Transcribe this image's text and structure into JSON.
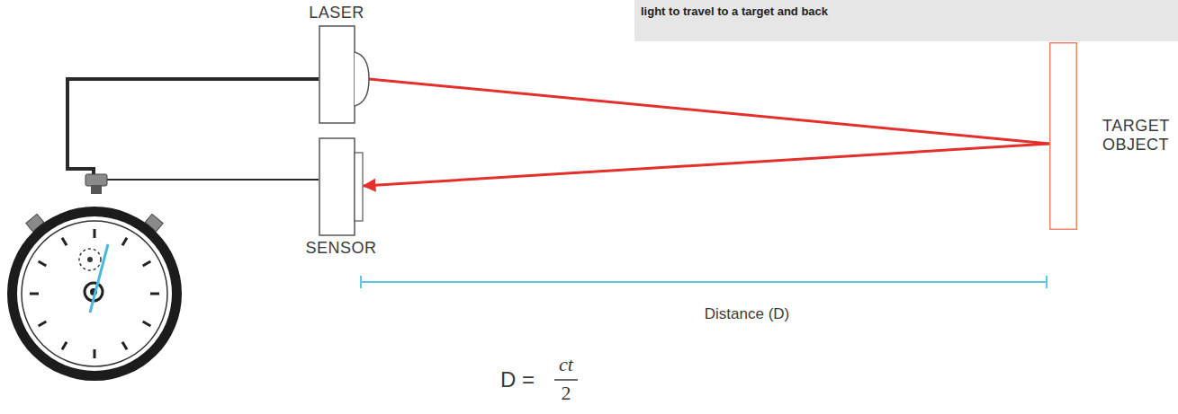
{
  "diagram": {
    "caption": "light to travel to a target and back",
    "nodes": [
      {
        "text": [
          "LASER"
        ]
      },
      {
        "text": [
          "SENSOR"
        ]
      },
      {
        "text": [
          "TARGET OBJECT"
        ]
      }
    ],
    "edges": [
      {
        "from": 0,
        "to": 2,
        "arrow": "none"
      },
      {
        "from": 2,
        "to": 1,
        "arrow": "to"
      }
    ],
    "labels": [
      "Distance (D)",
      "D =",
      "ct",
      "2"
    ]
  }
}
